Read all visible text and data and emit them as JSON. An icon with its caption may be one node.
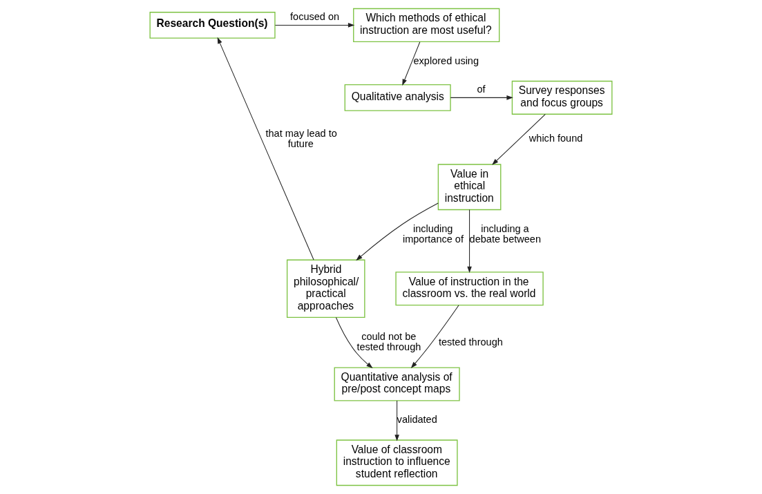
{
  "diagram": {
    "nodes": [
      {
        "text": [
          "**Research Question(s)**"
        ]
      },
      {
        "text": [
          "Which methods of ethical instruction are most useful?"
        ]
      },
      {
        "text": [
          "Qualitative analysis"
        ]
      },
      {
        "text": [
          "Survey responses and focus groups"
        ]
      },
      {
        "text": [
          "Value of classroom instruction to influence student reflection"
        ]
      },
      {
        "text": [
          "Hybrid philosophical/ practical approaches"
        ]
      },
      {
        "text": [
          "Quantitative analysis of pre/post concept maps"
        ]
      },
      {
        "text": [
          "Value in ethical instruction"
        ]
      },
      {
        "text": [
          "Value of instruction in the classroom vs. the real world"
        ]
      }
    ],
    "edges": [
      {
        "from": 0,
        "to": 1,
        "arrow": "to",
        "label": "focused on"
      },
      {
        "from": 1,
        "to": 2,
        "arrow": "to",
        "label": "explored using"
      },
      {
        "from": 2,
        "to": 3,
        "arrow": "to",
        "label": "of"
      },
      {
        "from": 3,
        "to": 7,
        "arrow": "to",
        "label": "which found"
      },
      {
        "from": 7,
        "to": 5,
        "arrow": "to",
        "label": "including importance of"
      },
      {
        "from": 5,
        "to": 0,
        "arrow": "to",
        "label": "that may lead to future"
      },
      {
        "from": 5,
        "to": 6,
        "arrow": "to",
        "label": "could not be tested through"
      },
      {
        "from": 7,
        "to": 8,
        "arrow": "to",
        "label": "including a debate between"
      },
      {
        "from": 8,
        "to": 6,
        "arrow": "to",
        "label": "tested through"
      },
      {
        "from": 6,
        "to": 4,
        "arrow": "to",
        "label": "validated"
      }
    ]
  }
}
